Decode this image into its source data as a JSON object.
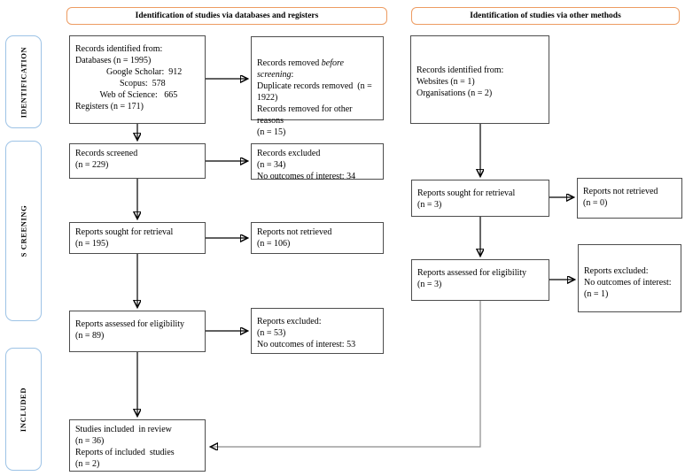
{
  "diagram": {
    "headers": {
      "databases": "Identification of studies via databases and registers",
      "other": "Identification of studies via other methods"
    },
    "sidebar": {
      "identification": "IDENTIFICATION",
      "screening": "S CREENING",
      "included": "INCLUDED"
    },
    "left": {
      "identified": "Records identified from:\nDatabases (n = 1995)\n              Google Scholar:  912\n                    Scopus:  578\n           Web of Science:   665\nRegisters (n = 171)",
      "screened": "Records screened\n(n = 229)",
      "sought": "Reports sought for retrieval\n(n = 195)",
      "assessed": "Reports assessed for eligibility\n(n = 89)",
      "included": "Studies included  in review\n(n = 36)\nReports of included  studies\n(n = 2)"
    },
    "left_exclusions": {
      "removed_prefix": "Records removed ",
      "removed_italic": "before screening",
      "removed_suffix": ":\nDuplicate records removed  (n =\n1922)\nRecords removed for other reasons\n(n = 15)",
      "excluded": "Records excluded\n(n = 34)\nNo outcomes of interest: 34",
      "not_retrieved": "Reports not retrieved\n(n = 106)",
      "excluded2": "Reports excluded:\n(n = 53)\nNo outcomes of interest: 53"
    },
    "right": {
      "identified": "Records identified from:\nWebsites (n = 1)\nOrganisations (n = 2)",
      "sought": "Reports sought for retrieval\n(n = 3)",
      "assessed": "Reports assessed for eligibility\n(n = 3)"
    },
    "right_exclusions": {
      "not_retrieved": "Reports not retrieved\n(n = 0)",
      "excluded": "Reports excluded:\nNo outcomes of interest:\n(n = 1)"
    },
    "colors": {
      "header_border": "#ED9C62",
      "sidebar_border": "#9DC3E6",
      "box_border": "#4d4d4d",
      "arrow": "#000000",
      "elbow_arrow": "#8a8a8a"
    }
  }
}
